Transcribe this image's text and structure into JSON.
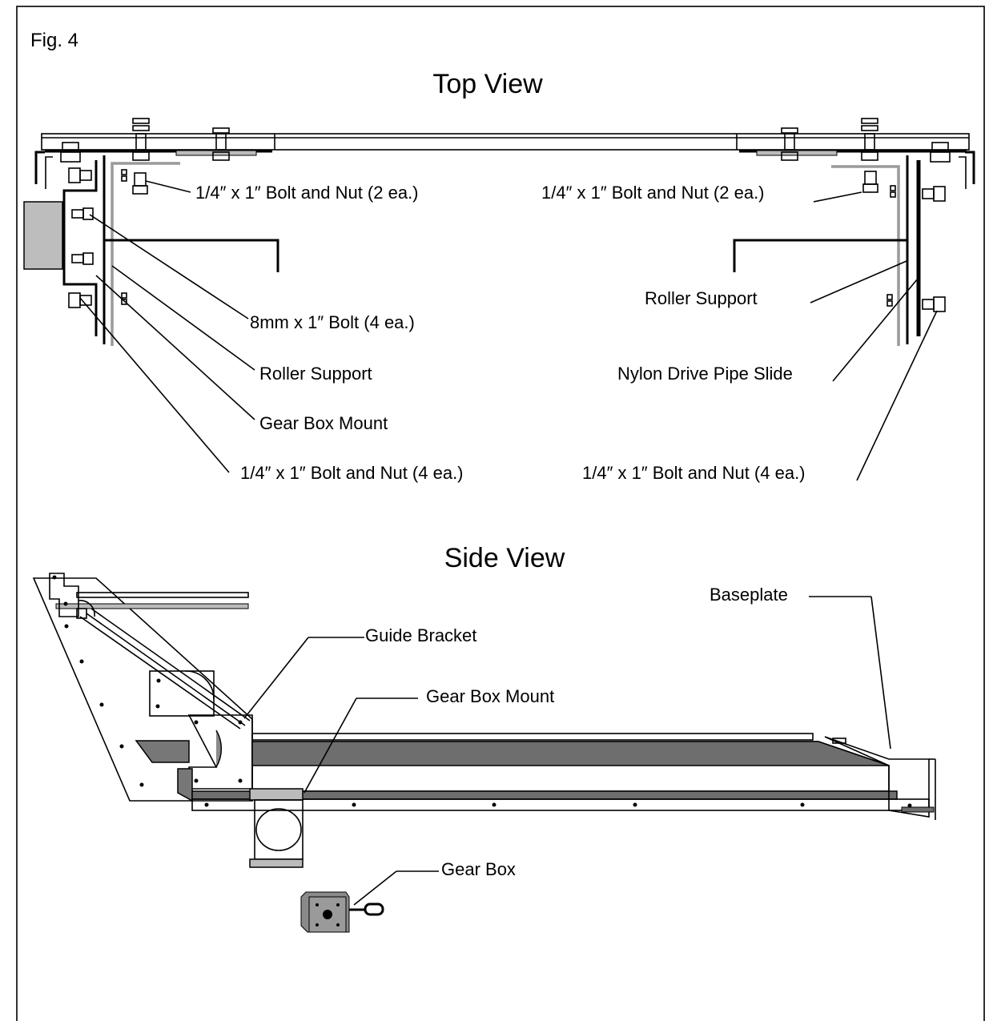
{
  "figure_label": "Fig. 4",
  "top_view": {
    "title": "Top View",
    "labels": {
      "bolt_left_2": "1/4″ x 1″ Bolt and Nut (2 ea.)",
      "bolt_right_2": "1/4″ x 1″ Bolt and Nut (2 ea.)",
      "bolt_8mm": "8mm x 1″ Bolt (4 ea.)",
      "roller_support_left": "Roller Support",
      "roller_support_right": "Roller Support",
      "gear_box_mount": "Gear Box Mount",
      "nylon_slide": "Nylon Drive Pipe Slide",
      "bolt_left_4": "1/4″ x 1″ Bolt and Nut (4 ea.)",
      "bolt_right_4": "1/4″ x 1″ Bolt and Nut (4 ea.)"
    }
  },
  "side_view": {
    "title": "Side View",
    "labels": {
      "baseplate": "Baseplate",
      "guide_bracket": "Guide Bracket",
      "gear_box_mount": "Gear Box Mount",
      "gear_box": "Gear Box"
    }
  },
  "colors": {
    "line": "#000000",
    "part_fill": "#9a9a9a",
    "dark_fill": "#6e6e6e",
    "background": "#ffffff"
  }
}
